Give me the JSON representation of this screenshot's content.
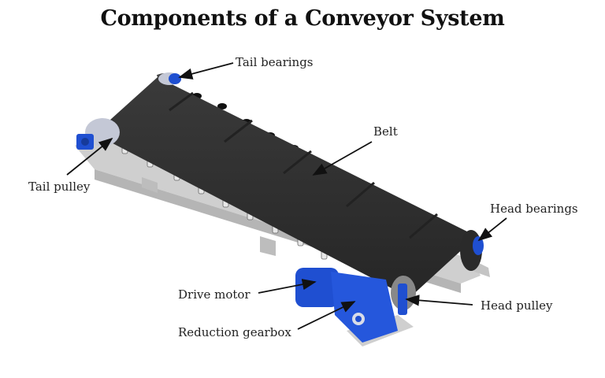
{
  "title": "Components of a Conveyor System",
  "labels": {
    "tail_bearings": "Tail bearings",
    "belt": "Belt",
    "tail_pulley": "Tail pulley",
    "head_bearings": "Head bearings",
    "drive_motor": "Drive motor",
    "head_pulley": "Head pulley",
    "reduction_gearbox": "Reduction gearbox"
  },
  "colors": {
    "belt": "#2e2e2e",
    "frame": "#c9c9c9",
    "drive_blue": "#1f4fd1",
    "pulley": "#c4c8d6",
    "arrow": "#111111"
  }
}
